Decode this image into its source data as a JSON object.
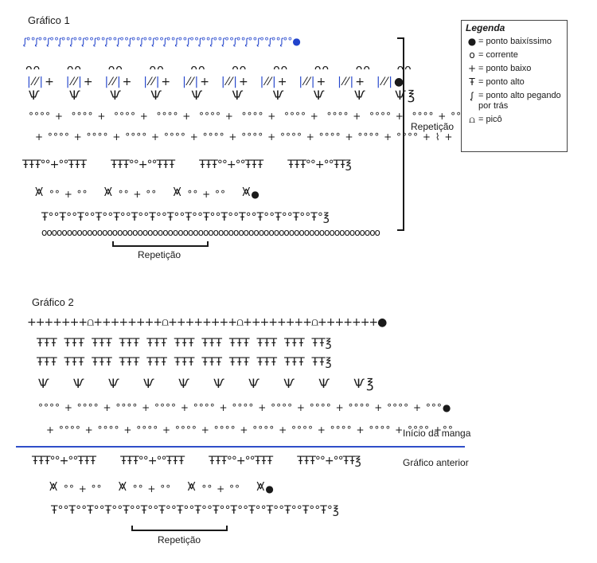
{
  "chart1": {
    "title": "Gráfico 1",
    "repeat_side_label": "Repetição",
    "repeat_bottom_label": "Repetição"
  },
  "chart2": {
    "title": "Gráfico 2",
    "sleeve_start_label": "Início da manga",
    "previous_chart_label": "Gráfico anterior",
    "repeat_bottom_label": "Repetição"
  },
  "legend": {
    "title": "Legenda",
    "items": [
      {
        "icon": "slip-stitch-icon",
        "label": "= ponto baixíssimo"
      },
      {
        "icon": "chain-icon",
        "label": "= corrente"
      },
      {
        "icon": "single-crochet-icon",
        "label": "= ponto baixo"
      },
      {
        "icon": "double-crochet-icon",
        "label": "= ponto alto"
      },
      {
        "icon": "back-post-double-crochet-icon",
        "label": "= ponto alto pegando por trás"
      },
      {
        "icon": "picot-icon",
        "label": "= picô"
      }
    ]
  },
  "colors": {
    "ink": "#1a1a1a",
    "blue_row": "#2244cc",
    "divider": "#2f4ec9"
  }
}
